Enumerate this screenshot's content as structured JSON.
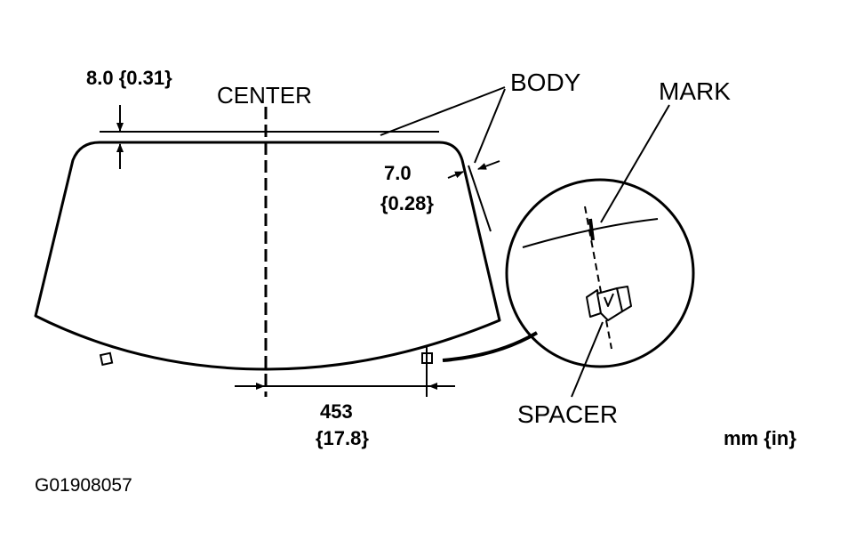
{
  "labels": {
    "top_gap": "8.0 {0.31}",
    "center": "CENTER",
    "body": "BODY",
    "mark": "MARK",
    "side_gap_value": "7.0",
    "side_gap_inch": "{0.28}",
    "spacer_dist_value": "453",
    "spacer_dist_inch": "{17.8}",
    "spacer": "SPACER",
    "units": "mm {in}",
    "figure_id": "G01908057"
  },
  "colors": {
    "ink": "#000000",
    "background": "#ffffff"
  }
}
